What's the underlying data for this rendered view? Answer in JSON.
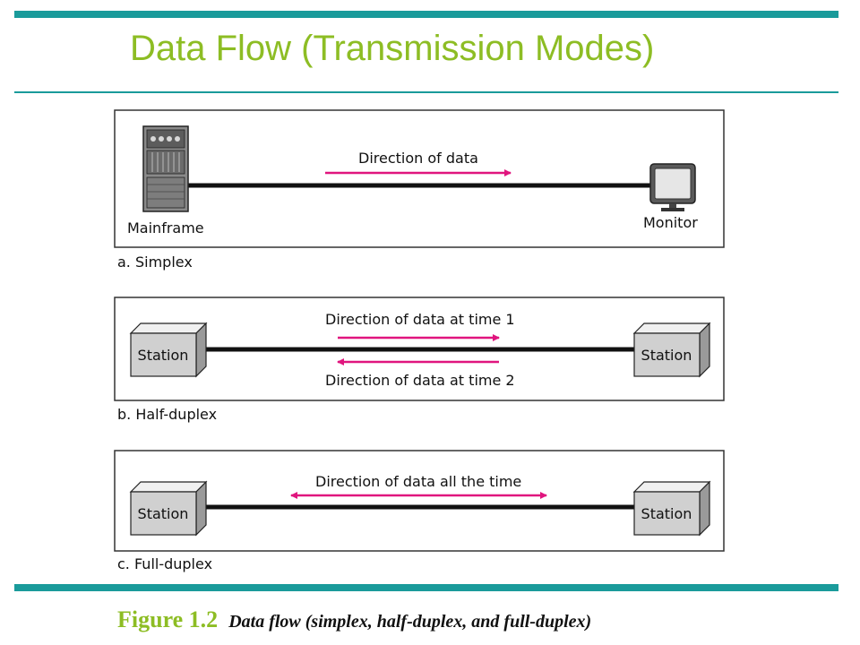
{
  "slide_title": "Data Flow (Transmission Modes)",
  "colors": {
    "accent_teal": "#1a9b9b",
    "title_green": "#8dbd24",
    "arrow_magenta": "#e0157e"
  },
  "panels": {
    "simplex": {
      "caption": "a. Simplex",
      "left_device": "Mainframe",
      "right_device": "Monitor",
      "arrow_label": "Direction of data",
      "icons": [
        "mainframe-icon",
        "monitor-icon"
      ]
    },
    "half_duplex": {
      "caption": "b. Half-duplex",
      "left_device": "Station",
      "right_device": "Station",
      "arrow_label_top": "Direction of data at time 1",
      "arrow_label_bottom": "Direction of data at time 2"
    },
    "full_duplex": {
      "caption": "c. Full-duplex",
      "left_device": "Station",
      "right_device": "Station",
      "arrow_label": "Direction of data all the time"
    }
  },
  "figure_caption": {
    "label": "Figure 1.2",
    "text": "Data flow (simplex, half-duplex, and full-duplex)"
  }
}
